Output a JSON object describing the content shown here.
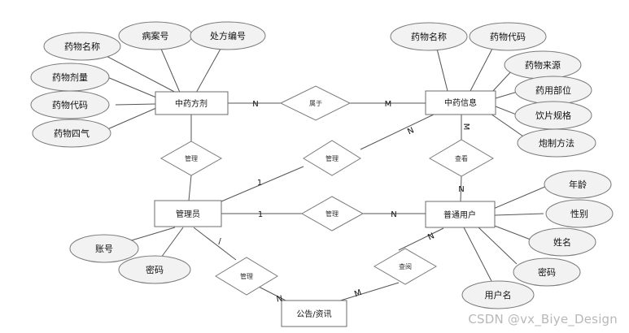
{
  "entities": {
    "prescription": "中药方剂",
    "herb_info": "中药信息",
    "admin": "管理员",
    "user": "普通用户",
    "notice": "公告/资讯"
  },
  "relationships": {
    "belongs_to": "属于",
    "manage_prescription": "管理",
    "manage_herb": "管理",
    "view": "查看",
    "manage_user": "管理",
    "manage_notice": "管理",
    "browse": "查阅"
  },
  "attributes": {
    "prescription": [
      "药物名称",
      "病案号",
      "处方编号",
      "药物剂量",
      "药物代码",
      "药物四气"
    ],
    "herb_info": [
      "药物名称",
      "药物代码",
      "药物来源",
      "药用部位",
      "饮片规格",
      "炮制方法"
    ],
    "user": [
      "年龄",
      "性别",
      "姓名",
      "密码",
      "用户名"
    ],
    "admin": [
      "账号",
      "密码"
    ]
  },
  "cardinalities": {
    "prescription_belongs": "N",
    "herb_belongs": "M",
    "herb_manage": "N",
    "admin_manage_herb": "1",
    "herb_view": "M",
    "user_view": "N",
    "admin_manage_user": "1",
    "user_manage": "N",
    "admin_notice": "/",
    "notice_admin": "N",
    "notice_browse": "M",
    "user_browse": "N"
  },
  "watermark": "CSDN @vx_Biye_Design"
}
